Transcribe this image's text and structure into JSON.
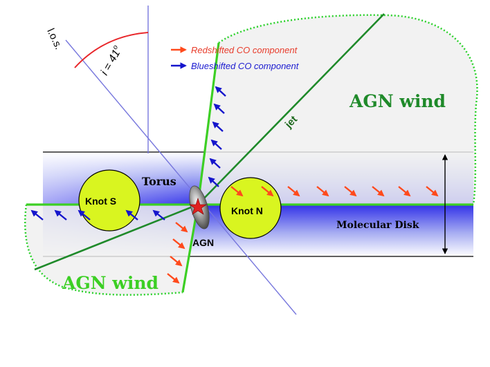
{
  "labels": {
    "los": "l.o.s.",
    "inclination": "i = 41",
    "inclination_unit": "o",
    "legend_red": "Redshifted CO component",
    "legend_blue": "Blueshifted CO component",
    "wind_top": "AGN wind",
    "wind_bottom": "AGN wind",
    "jet": "jet",
    "torus": "Torus",
    "knot_s": "Knot S",
    "knot_n": "Knot N",
    "agn": "AGN",
    "molecular_disk": "Molecular Disk"
  },
  "colors": {
    "red_arrow": "#ff4a1c",
    "blue_arrow": "#1515cc",
    "wind_green": "#1f8a2a",
    "bright_green": "#3ccf24",
    "dotted_green": "#2bd12b",
    "knot_fill": "#d9f520",
    "disk_blue": "#3333ee",
    "los_line": "#7777dd",
    "angle_arc": "#e8262a",
    "legend_red_text": "#e83b2a",
    "legend_blue_text": "#1a1ad0"
  }
}
